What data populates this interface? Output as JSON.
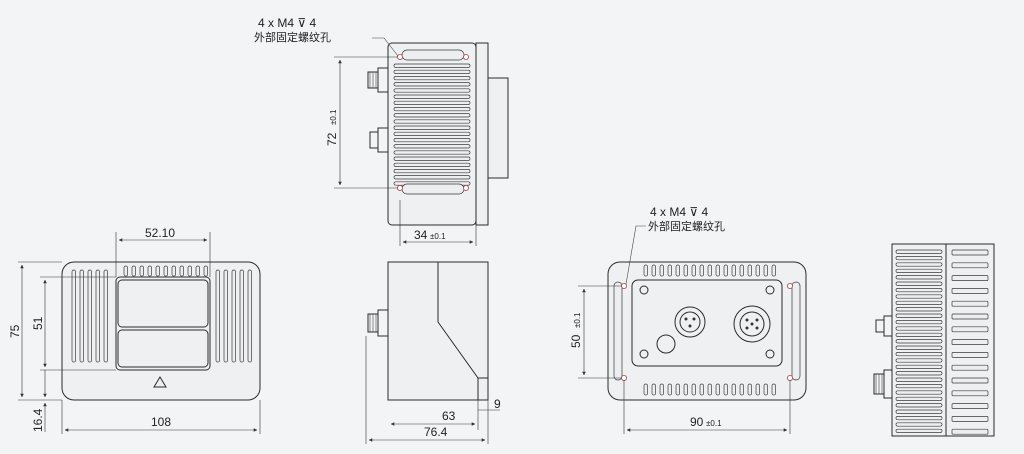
{
  "callouts": {
    "side_view": {
      "thread": "4 x  M4  ⊽ 4",
      "note": "外部固定螺纹孔"
    },
    "back_view": {
      "thread": "4 x  M4    ⊽ 4",
      "note": "外部固定螺纹孔"
    }
  },
  "dimensions": {
    "side_height": "72",
    "side_height_tol": "±0.1",
    "side_depth": "34",
    "side_depth_tol": "±0.1",
    "front_window_width": "52.10",
    "front_height": "75",
    "front_inner_height": "51",
    "front_bottom": "16.4",
    "front_width": "108",
    "profile_depth": "63",
    "profile_step": "9",
    "profile_total": "76.4",
    "back_height": "50",
    "back_height_tol": "±0.1",
    "back_width": "90",
    "back_width_tol": "±0.1"
  },
  "colors": {
    "line": "#2b2b2b",
    "fill": "#eef0f2",
    "hole": "#b04040",
    "background": "#f3f4f6"
  }
}
